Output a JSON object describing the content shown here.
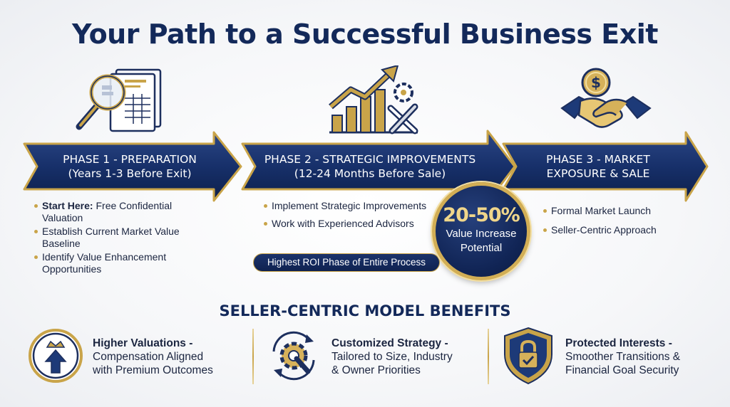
{
  "title": "Your Path to a Successful Business Exit",
  "phases": [
    {
      "title": "PHASE 1 - PREPARATION",
      "subtitle": "(Years 1-3 Before Exit)",
      "bullets": [
        {
          "bold": "Start Here:",
          "text": " Free Confidential Valuation"
        },
        {
          "bold": "",
          "text": "Establish Current Market Value Baseline"
        },
        {
          "bold": "",
          "text": "Identify Value Enhancement Opportunities"
        }
      ],
      "icon": "magnifier-document-icon"
    },
    {
      "title": "PHASE 2 - STRATEGIC IMPROVEMENTS",
      "subtitle": "(12-24 Months Before Sale)",
      "bullets": [
        {
          "bold": "",
          "text": "Implement Strategic Improvements"
        },
        {
          "bold": "",
          "text": "Work with Experienced Advisors"
        }
      ],
      "highlight": "Highest ROI Phase of Entire Process",
      "icon": "growth-chart-tools-icon"
    },
    {
      "title": "PHASE 3 - MARKET",
      "subtitle": "EXPOSURE & SALE",
      "bullets": [
        {
          "bold": "",
          "text": "Formal Market Launch"
        },
        {
          "bold": "",
          "text": "Seller-Centric Approach"
        }
      ],
      "icon": "handshake-coin-icon"
    }
  ],
  "badge": {
    "value": "20-50%",
    "label_1": "Value Increase",
    "label_2": "Potential"
  },
  "benefits_title": "SELLER-CENTRIC MODEL BENEFITS",
  "benefits": [
    {
      "title": "Higher Valuations -",
      "line_1": "Compensation Aligned",
      "line_2": "with Premium Outcomes",
      "icon": "crown-arrow-icon"
    },
    {
      "title": "Customized Strategy -",
      "line_1": "Tailored to Size, Industry",
      "line_2": "& Owner Priorities",
      "icon": "gear-wrench-icon"
    },
    {
      "title": "Protected Interests -",
      "line_1": "Smoother Transitions &",
      "line_2": "Financial Goal Security",
      "icon": "shield-lock-icon"
    }
  ],
  "colors": {
    "navy": "#13295a",
    "gold": "#c9a449",
    "text": "#1b2540"
  }
}
